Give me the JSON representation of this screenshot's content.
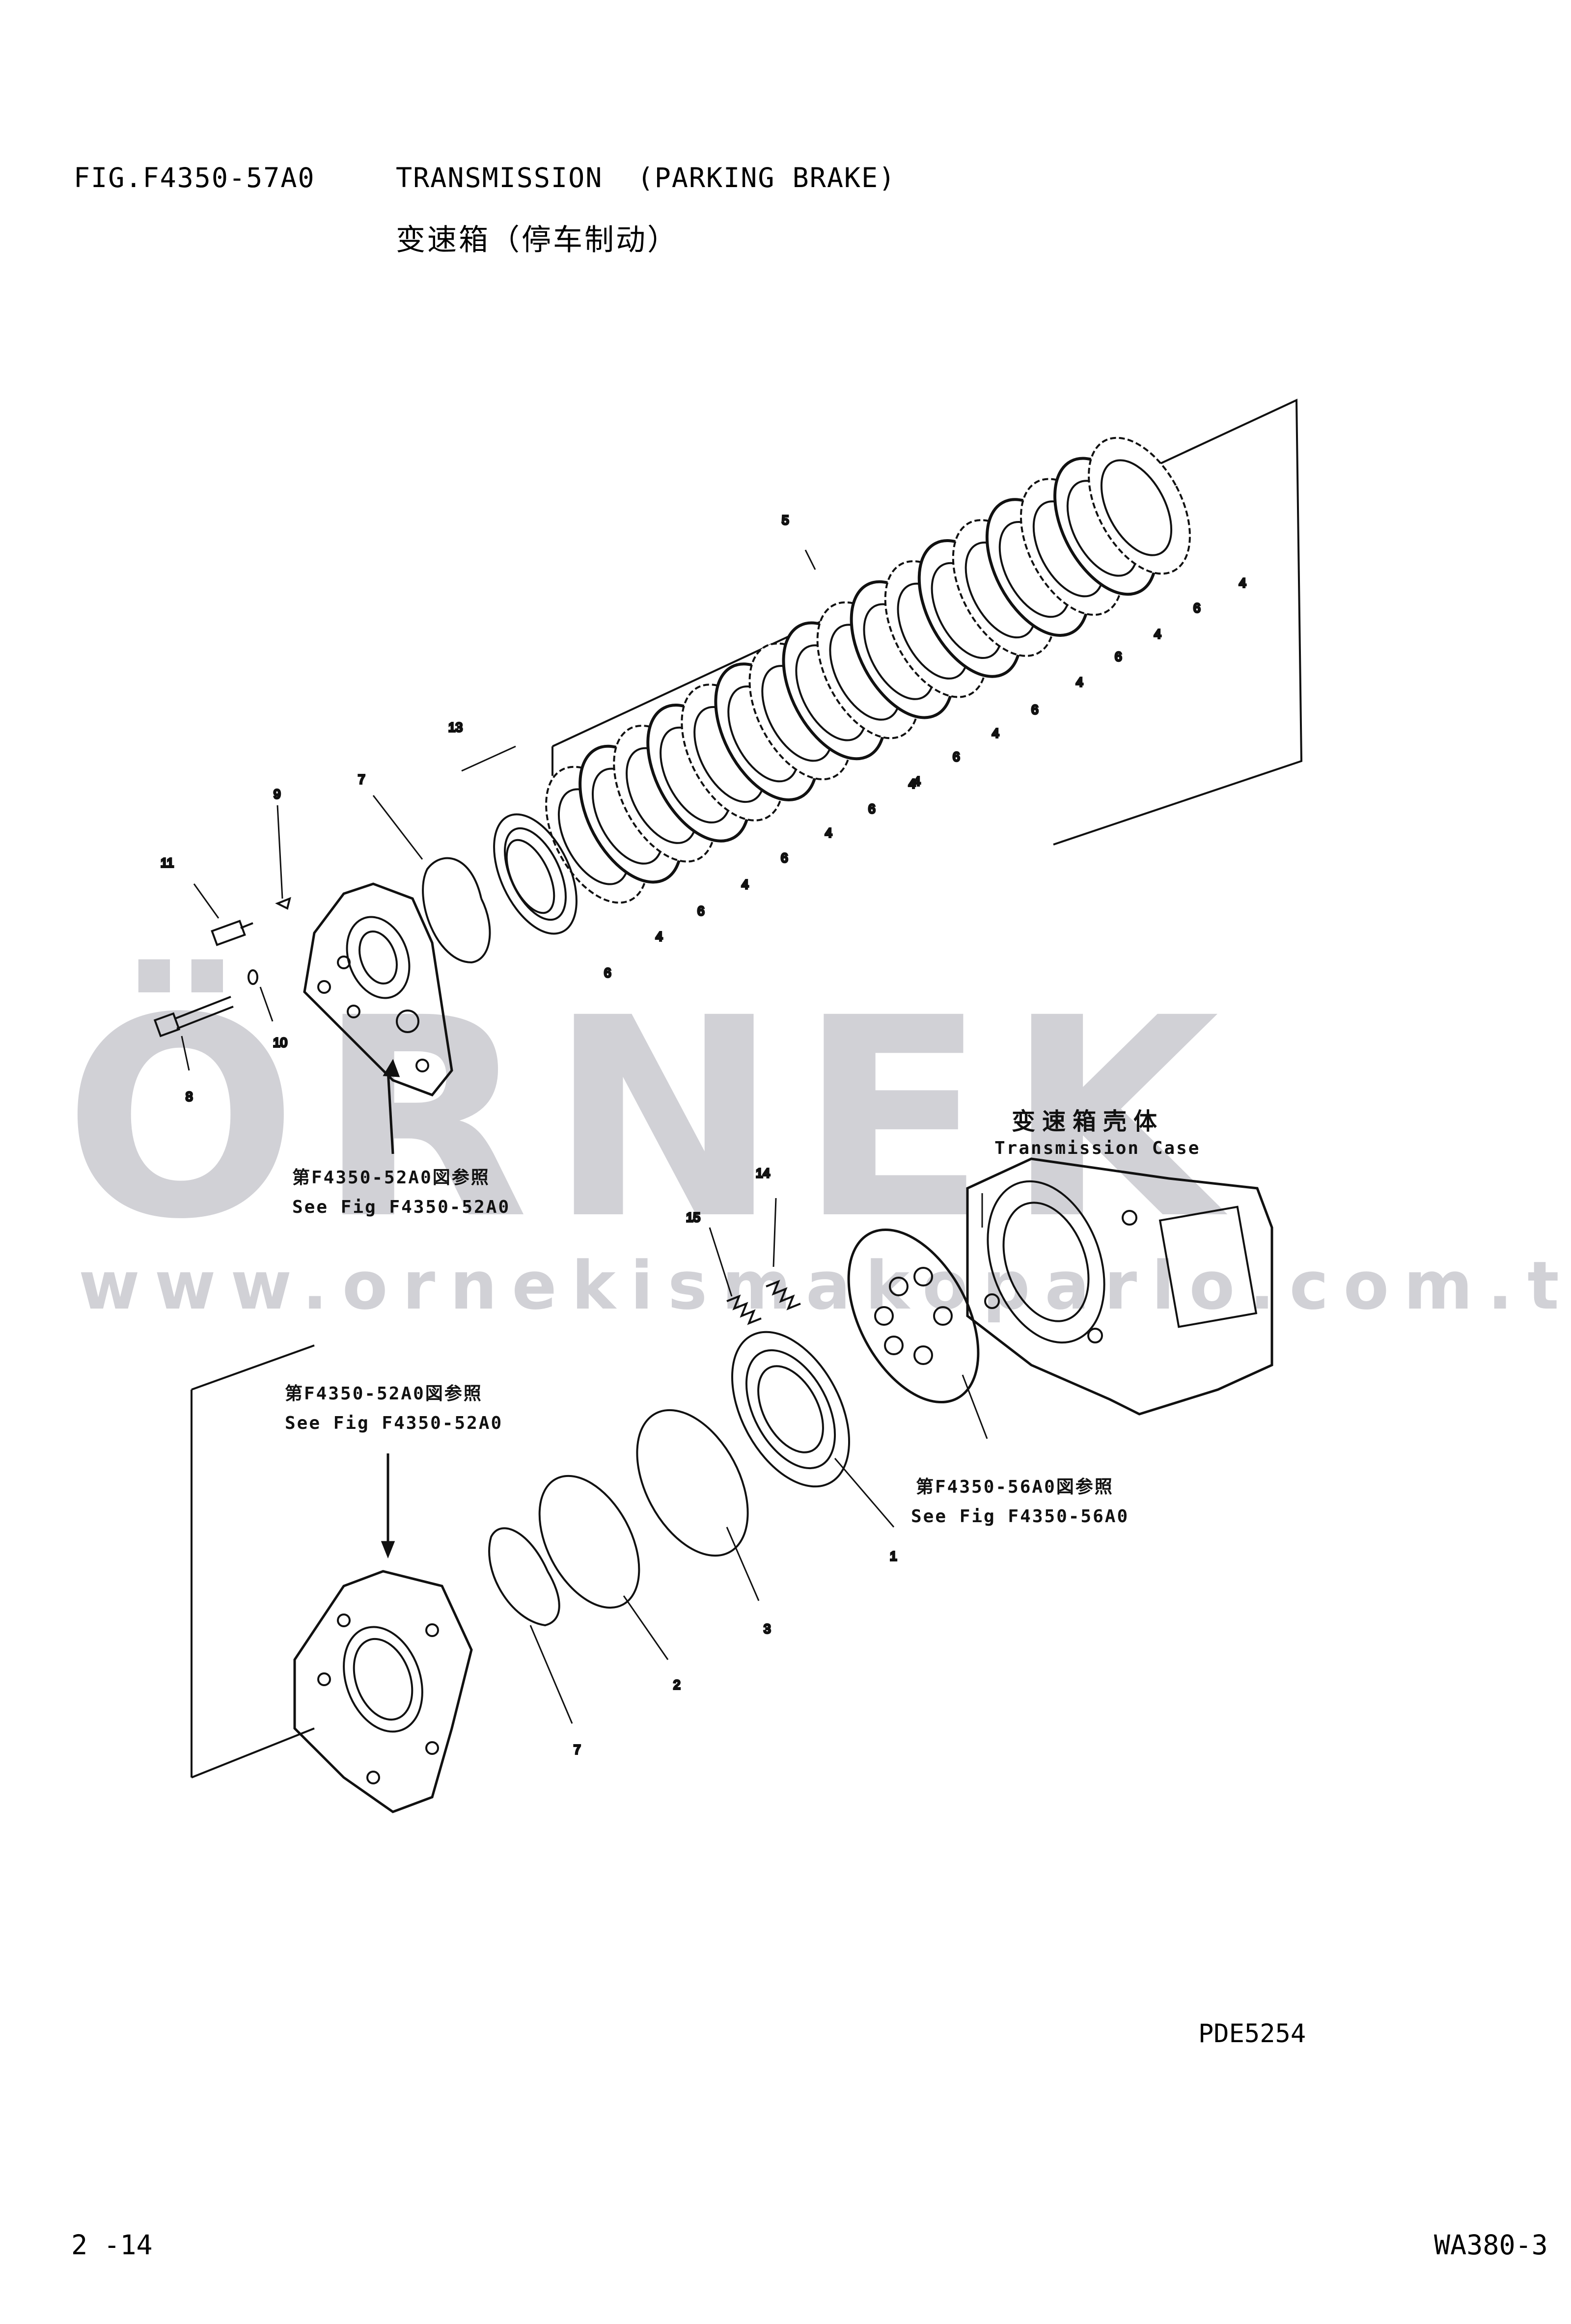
{
  "header": {
    "fig_no": "FIG.F4350-57A0",
    "title_en": "TRANSMISSION  (PARKING BRAKE)",
    "title_cn": "变速箱（停车制动）"
  },
  "diagram": {
    "refs": {
      "upper_cn": "第F4350-52A0図参照",
      "upper_en": "See Fig F4350-52A0",
      "lower_cn": "第F4350-52A0図参照",
      "lower_en": "See Fig F4350-52A0",
      "right_cn": "第F4350-56A0図参照",
      "right_en": "See Fig F4350-56A0",
      "case_cn": "变速箱壳体",
      "case_en": "Transmission Case"
    },
    "callouts": [
      "5",
      "4",
      "6",
      "4",
      "6",
      "4",
      "4",
      "6",
      "4",
      "6",
      "4",
      "6",
      "4",
      "6",
      "4",
      "6",
      "4",
      "6",
      "13",
      "7",
      "9",
      "11",
      "10",
      "8",
      "14",
      "15",
      "1",
      "3",
      "2",
      "7"
    ]
  },
  "watermark": {
    "brand": "ÖRNEK",
    "url": "www.ornekismakoparlo.com.tr"
  },
  "footer": {
    "code": "PDE5254",
    "page": "2 -14",
    "model": "WA380-3"
  }
}
